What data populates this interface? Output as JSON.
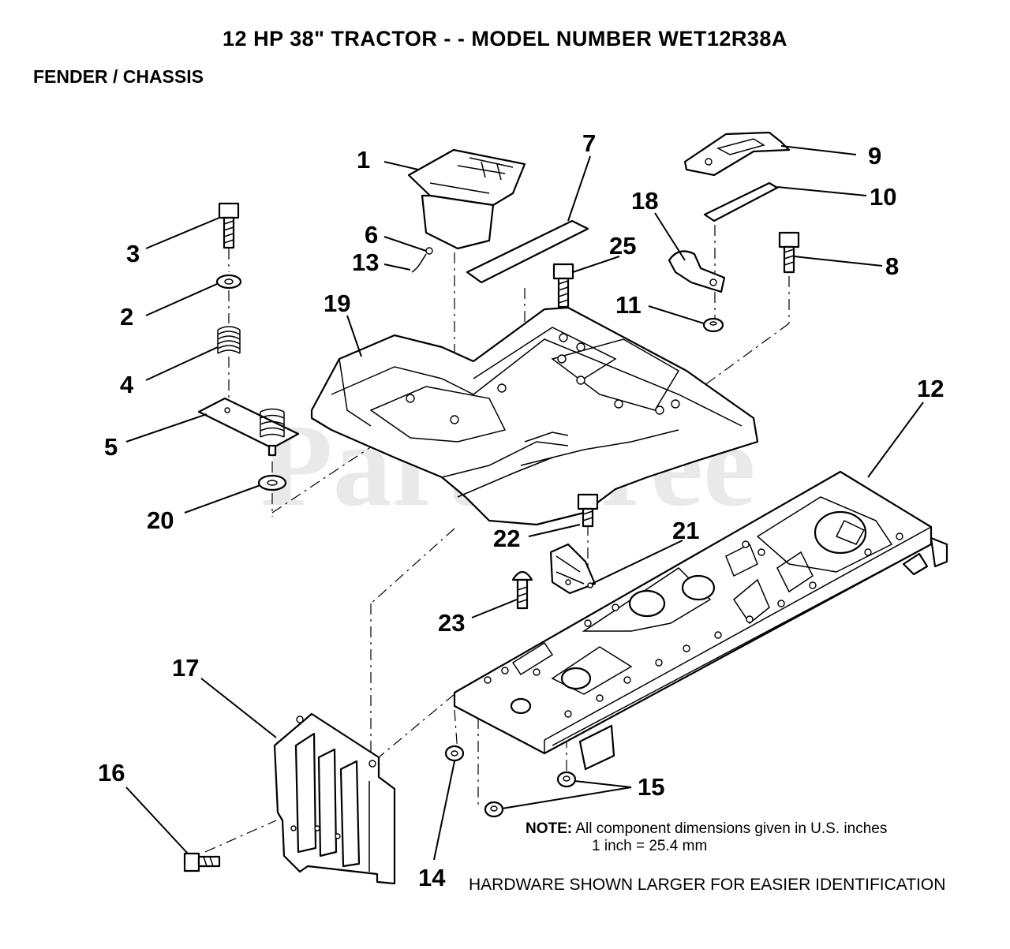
{
  "header": {
    "title": "12 HP 38\" TRACTOR - - MODEL NUMBER WET12R38A",
    "subtitle": "FENDER / CHASSIS"
  },
  "watermark": "PartsTree",
  "callouts": [
    {
      "id": "1",
      "label": "1"
    },
    {
      "id": "2",
      "label": "2"
    },
    {
      "id": "3",
      "label": "3"
    },
    {
      "id": "4",
      "label": "4"
    },
    {
      "id": "5",
      "label": "5"
    },
    {
      "id": "6",
      "label": "6"
    },
    {
      "id": "7",
      "label": "7"
    },
    {
      "id": "8",
      "label": "8"
    },
    {
      "id": "9",
      "label": "9"
    },
    {
      "id": "10",
      "label": "10"
    },
    {
      "id": "11",
      "label": "11"
    },
    {
      "id": "12",
      "label": "12"
    },
    {
      "id": "13",
      "label": "13"
    },
    {
      "id": "14",
      "label": "14"
    },
    {
      "id": "15",
      "label": "15"
    },
    {
      "id": "16",
      "label": "16"
    },
    {
      "id": "17",
      "label": "17"
    },
    {
      "id": "18",
      "label": "18"
    },
    {
      "id": "19",
      "label": "19"
    },
    {
      "id": "20",
      "label": "20"
    },
    {
      "id": "21",
      "label": "21"
    },
    {
      "id": "22",
      "label": "22"
    },
    {
      "id": "23",
      "label": "23"
    },
    {
      "id": "25",
      "label": "25"
    }
  ],
  "note": {
    "label": "NOTE:",
    "line1": "All component dimensions given in U.S. inches",
    "line2": "1 inch = 25.4 mm"
  },
  "hardware_note": "HARDWARE SHOWN LARGER FOR EASIER IDENTIFICATION"
}
